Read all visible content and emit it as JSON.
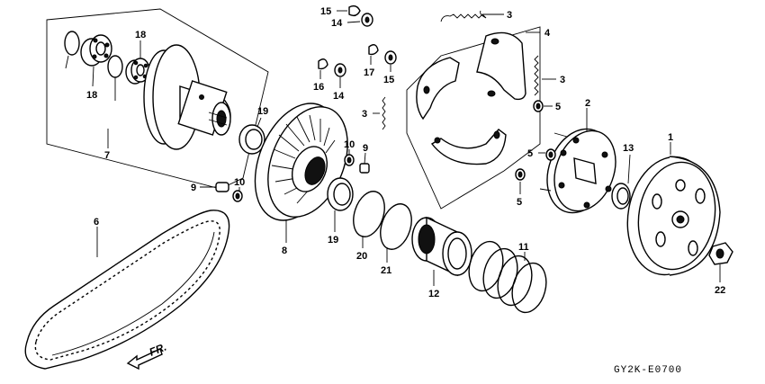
{
  "diagram_code": "GY2K-E0700",
  "direction_label": "FR.",
  "callouts": [
    {
      "id": "c1",
      "text": "1"
    },
    {
      "id": "c2",
      "text": "2"
    },
    {
      "id": "c3a",
      "text": "3"
    },
    {
      "id": "c3b",
      "text": "3"
    },
    {
      "id": "c3c",
      "text": "3"
    },
    {
      "id": "c4",
      "text": "4"
    },
    {
      "id": "c5a",
      "text": "5"
    },
    {
      "id": "c5b",
      "text": "5"
    },
    {
      "id": "c5c",
      "text": "5"
    },
    {
      "id": "c6",
      "text": "6"
    },
    {
      "id": "c7",
      "text": "7"
    },
    {
      "id": "c8",
      "text": "8"
    },
    {
      "id": "c9a",
      "text": "9"
    },
    {
      "id": "c9b",
      "text": "9"
    },
    {
      "id": "c10a",
      "text": "10"
    },
    {
      "id": "c10b",
      "text": "10"
    },
    {
      "id": "c11",
      "text": "11"
    },
    {
      "id": "c12",
      "text": "12"
    },
    {
      "id": "c13",
      "text": "13"
    },
    {
      "id": "c14a",
      "text": "14"
    },
    {
      "id": "c14b",
      "text": "14"
    },
    {
      "id": "c15a",
      "text": "15"
    },
    {
      "id": "c15b",
      "text": "15"
    },
    {
      "id": "c16",
      "text": "16"
    },
    {
      "id": "c17",
      "text": "17"
    },
    {
      "id": "c18a",
      "text": "18"
    },
    {
      "id": "c18b",
      "text": "18"
    },
    {
      "id": "c19a",
      "text": "19"
    },
    {
      "id": "c19b",
      "text": "19"
    },
    {
      "id": "c20",
      "text": "20"
    },
    {
      "id": "c21",
      "text": "21"
    },
    {
      "id": "c22",
      "text": "22"
    }
  ]
}
